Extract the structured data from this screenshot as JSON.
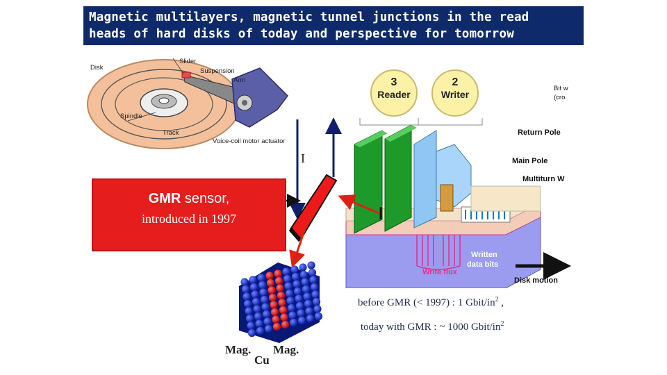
{
  "title": {
    "line1": "Magnetic multilayers, magnetic tunnel junctions in the read",
    "line2": "heads of hard disks of today and perspective  for tomorrow"
  },
  "disk_drive": {
    "labels": {
      "disk": "Disk",
      "slider": "Slider",
      "suspension": "Suspension",
      "arm": "Arm",
      "spindle": "Spindle",
      "track": "Track",
      "actuator": "Voice-coil motor actuator"
    }
  },
  "head": {
    "reader_num": "3",
    "reader_label": "Reader",
    "writer_num": "2",
    "writer_label": "Writer",
    "bit_text_1": "Bit w",
    "bit_text_2": "(cro",
    "return_pole": "Return Pole",
    "main_pole": "Main Pole",
    "multiturn": "Multiturn W",
    "written_bits_1": "Written",
    "written_bits_2": "data bits",
    "write_flux": "Write flux",
    "disk_motion": "Disk motion"
  },
  "current_label": "I",
  "gmr": {
    "title_bold": "GMR",
    "title_rest": " sensor,",
    "subtitle": "introduced in 1997"
  },
  "notes": {
    "before": "before GMR (< 1997) : 1 Gbit/in",
    "before_sup": "2",
    "before_tail": " ,",
    "today": "today with GMR : ~ 1000 Gbit/in",
    "today_sup": "2"
  },
  "multilayer": {
    "mag_left": "Mag.",
    "cu": "Cu",
    "mag_right": "Mag."
  }
}
